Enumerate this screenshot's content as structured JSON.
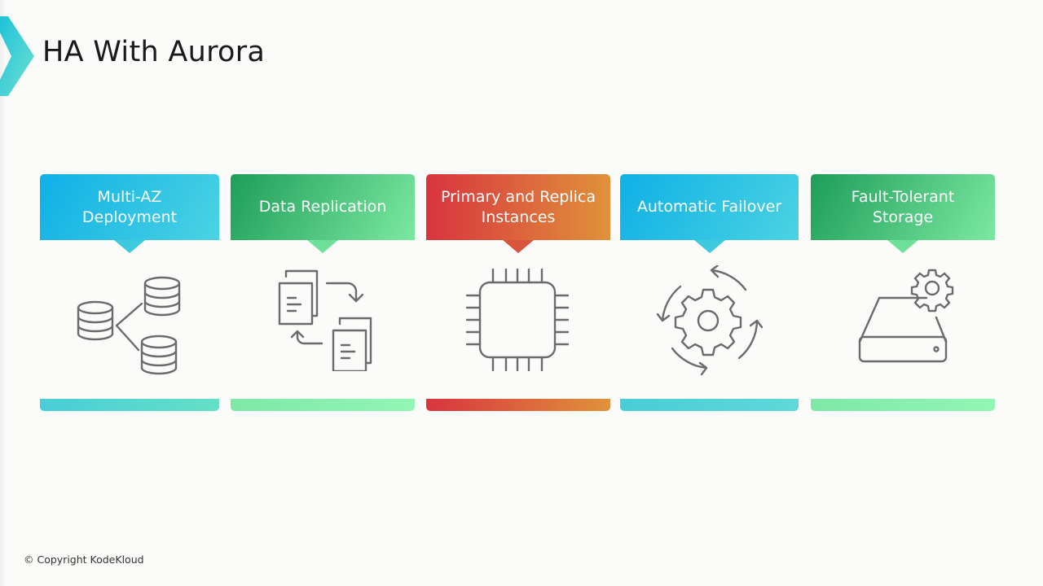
{
  "title": "HA With Aurora",
  "copyright": "© Copyright KodeKloud",
  "colors": {
    "blue": "#19b6e8",
    "green": "#22a35c",
    "red": "#d8343f",
    "orange": "#e0923a",
    "icon": "#6b6b6b"
  },
  "cards": [
    {
      "label_line1": "Multi-AZ",
      "label_line2": "Deployment",
      "icon": "database-replication-icon"
    },
    {
      "label_line1": "Data Replication",
      "label_line2": "",
      "icon": "document-sync-icon"
    },
    {
      "label_line1": "Primary and Replica",
      "label_line2": "Instances",
      "icon": "chip-icon"
    },
    {
      "label_line1": "Automatic Failover",
      "label_line2": "",
      "icon": "gear-cycle-icon"
    },
    {
      "label_line1": "Fault-Tolerant",
      "label_line2": "Storage",
      "icon": "storage-gear-icon"
    }
  ]
}
